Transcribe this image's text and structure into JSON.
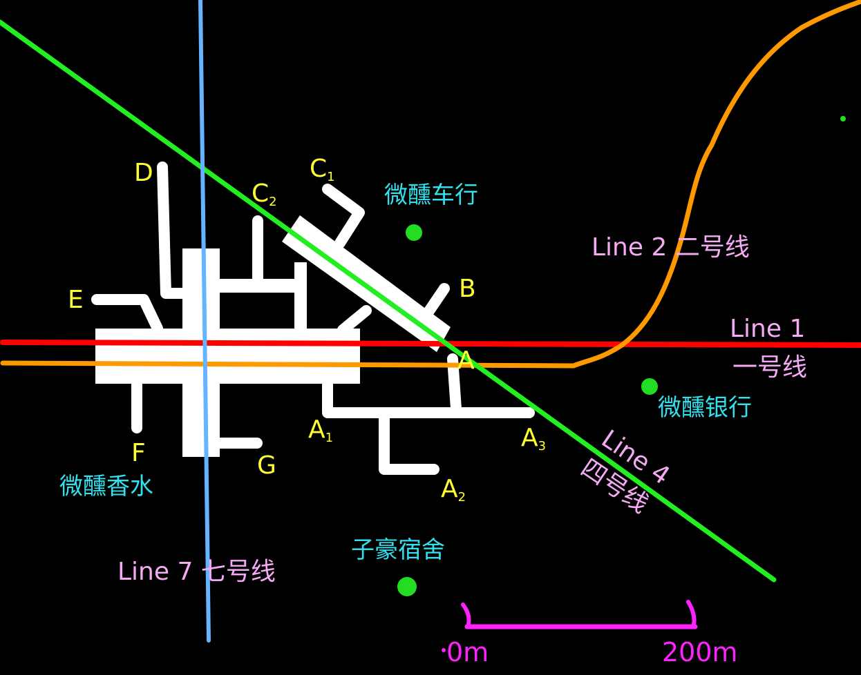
{
  "colors": {
    "background": "#000000",
    "station": "#ffffff",
    "exit_label": "#ffff33",
    "poi_label": "#33e0ee",
    "poi_dot": "#22dd22",
    "line_label": "#f5aaf5",
    "line_1": "#ff0000",
    "line_2": "#ff9900",
    "line_4": "#22ee22",
    "line_7": "#66b3ff",
    "scale": "#ff22ff"
  },
  "exits": [
    {
      "id": "D",
      "sub": ""
    },
    {
      "id": "C",
      "sub": "1"
    },
    {
      "id": "C",
      "sub": "2"
    },
    {
      "id": "B",
      "sub": ""
    },
    {
      "id": "E",
      "sub": ""
    },
    {
      "id": "A",
      "sub": ""
    },
    {
      "id": "A",
      "sub": "1"
    },
    {
      "id": "A",
      "sub": "3"
    },
    {
      "id": "A",
      "sub": "2"
    },
    {
      "id": "F",
      "sub": ""
    },
    {
      "id": "G",
      "sub": ""
    }
  ],
  "places": {
    "car_dealer": "微醺车行",
    "bank": "微醺银行",
    "perfume": "微醺香水",
    "dorm": "子豪宿舍"
  },
  "lines": {
    "line_1_en": "Line 1",
    "line_1_zh": "一号线",
    "line_2": "Line 2 二号线",
    "line_4_en": "Line 4",
    "line_4_zh": "四号线",
    "line_7": "Line 7 七号线"
  },
  "scale": {
    "start": "0m",
    "end": "200m"
  }
}
